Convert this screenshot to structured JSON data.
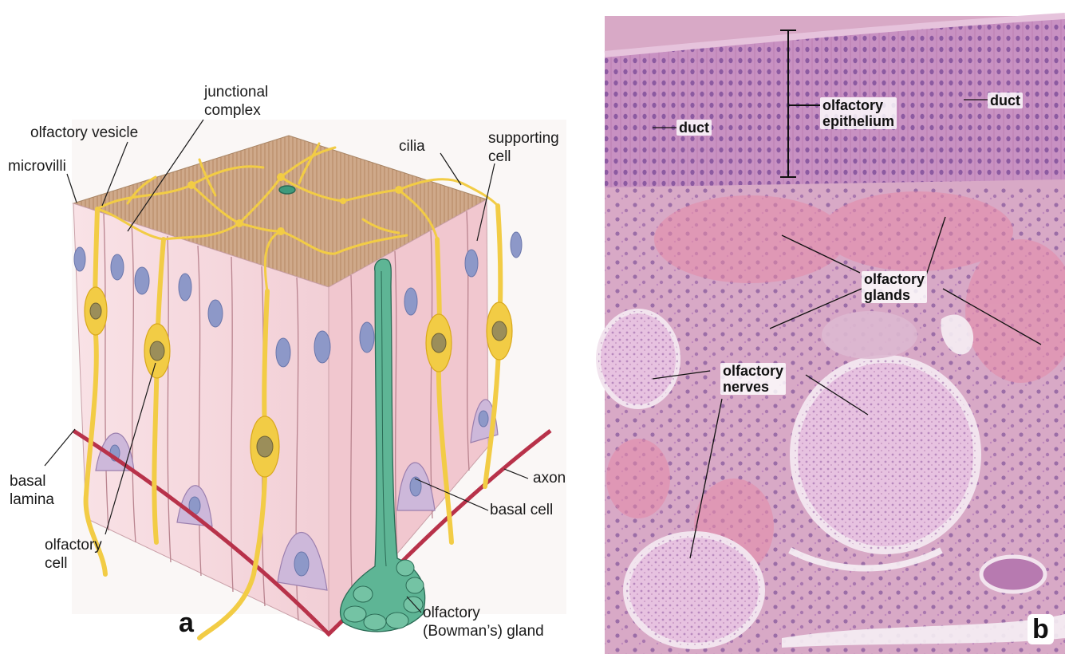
{
  "panel_a": {
    "letter": "a",
    "labels": {
      "junctional_complex": "junctional\ncomplex",
      "olfactory_vesicle": "olfactory vesicle",
      "microvilli": "microvilli",
      "cilia": "cilia",
      "supporting_cell": "supporting\ncell",
      "basal_lamina": "basal\nlamina",
      "axon": "axon",
      "olfactory_cell": "olfactory\ncell",
      "basal_cell": "basal cell",
      "bowmans_gland": "olfactory\n(Bowman’s) gland"
    }
  },
  "panel_b": {
    "letter": "b",
    "labels": {
      "duct_left": "duct",
      "duct_right": "duct",
      "olfactory_epithelium": "olfactory\nepithelium",
      "olfactory_glands": "olfactory\nglands",
      "olfactory_nerves": "olfactory\nnerves"
    }
  },
  "colors": {
    "supporting_cell": "#f7d9de",
    "neuron": "#f2cc45",
    "gland": "#3f9a7c",
    "basal_cell": "#cdb8da",
    "nucleus": "#8d98c8",
    "basal_lamina": "#b8324a",
    "surface": "#c8a27a",
    "tissue": "#d8a9c6"
  }
}
